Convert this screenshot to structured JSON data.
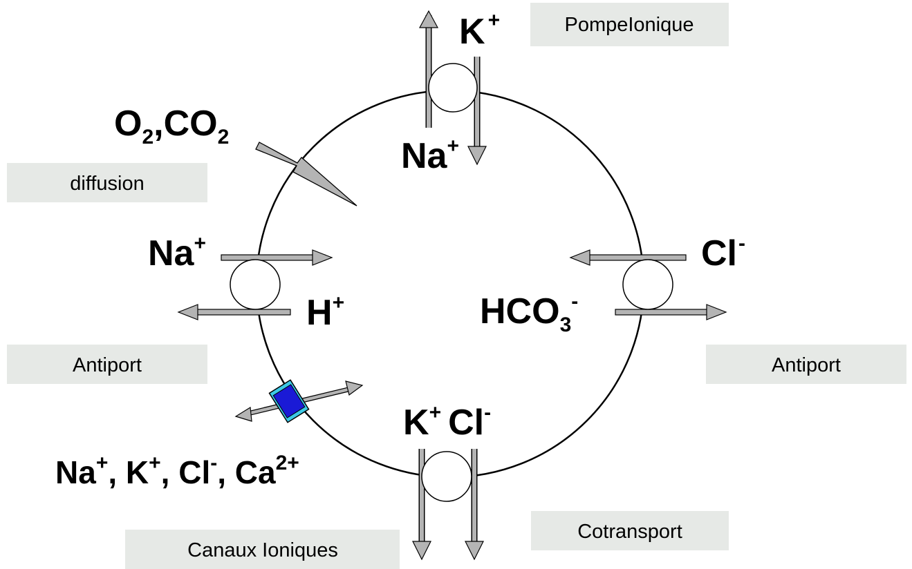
{
  "boxes": {
    "pompe": "PompeIonique",
    "diffusion": "diffusion",
    "antiport_left": "Antiport",
    "antiport_right": "Antiport",
    "cotransport": "Cotransport",
    "canaux": "Canaux Ioniques"
  },
  "ions": {
    "pump_k": {
      "base": "K",
      "sup": "+"
    },
    "pump_na": {
      "base": "Na",
      "sup": "+"
    },
    "gas": {
      "o": "O",
      "o_sub": "2",
      "sep": ",",
      "co": "CO",
      "co_sub": "2"
    },
    "anti_left_na": {
      "base": "Na",
      "sup": "+"
    },
    "anti_left_h": {
      "base": "H",
      "sup": "+"
    },
    "anti_right_cl": {
      "base": "Cl",
      "sup": "-"
    },
    "anti_right_hco3": {
      "base": "HCO",
      "sub": "3",
      "sup": "-"
    },
    "cotransport": {
      "k": "K",
      "k_sup": "+",
      "cl": "Cl",
      "cl_sup": "-"
    },
    "channel": {
      "na": "Na",
      "na_sup": "+",
      "sep1": ", ",
      "k": "K",
      "k_sup": "+",
      "sep2": ", ",
      "cl": "Cl",
      "cl_sup": "-",
      "sep3": ", ",
      "ca": "Ca",
      "ca_sup": "2+"
    }
  },
  "colors": {
    "box_fill": "#e6e9e6",
    "arrow_fill": "#b4b4b4",
    "channel_blue": "#1a1ad6",
    "channel_cyan": "#3cc8e6"
  }
}
